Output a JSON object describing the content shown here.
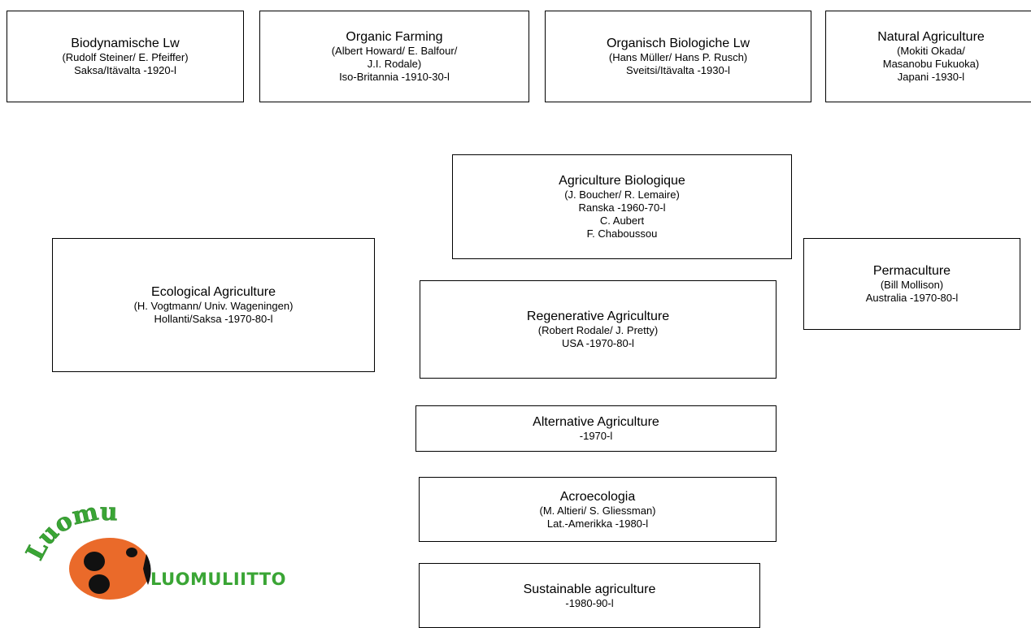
{
  "boxes": [
    {
      "title": "Biodynamische Lw",
      "lines": [
        "(Rudolf Steiner/ E. Pfeiffer)",
        "Saksa/Itävalta -1920-l"
      ]
    },
    {
      "title": "Organic Farming",
      "lines": [
        "(Albert Howard/ E. Balfour/",
        "J.I. Rodale)",
        "Iso-Britannia -1910-30-l"
      ]
    },
    {
      "title": "Organisch Biologiche Lw",
      "lines": [
        "(Hans Müller/ Hans P. Rusch)",
        "Sveitsi/Itävalta -1930-l"
      ]
    },
    {
      "title": "Natural Agriculture",
      "lines": [
        "(Mokiti Okada/",
        "Masanobu Fukuoka)",
        "Japani -1930-l"
      ]
    },
    {
      "title": "Agriculture Biologique",
      "lines": [
        "(J. Boucher/ R. Lemaire)",
        "Ranska -1960-70-l",
        "C. Aubert",
        "F. Chaboussou"
      ]
    },
    {
      "title": "Ecological Agriculture",
      "lines": [
        "(H. Vogtmann/ Univ. Wageningen)",
        "Hollanti/Saksa -1970-80-l"
      ]
    },
    {
      "title": "Permaculture",
      "lines": [
        "(Bill Mollison)",
        "Australia -1970-80-l"
      ]
    },
    {
      "title": "Regenerative Agriculture",
      "lines": [
        "(Robert Rodale/ J. Pretty)",
        "USA -1970-80-l"
      ]
    },
    {
      "title": "Alternative Agriculture",
      "lines": [
        "-1970-l"
      ]
    },
    {
      "title": "Acroecologia",
      "lines": [
        "(M. Altieri/ S. Gliessman)",
        "Lat.-Amerikka -1980-l"
      ]
    },
    {
      "title": "Sustainable agriculture",
      "lines": [
        "-1980-90-l"
      ]
    }
  ],
  "logo": {
    "script_text": "Luomu",
    "name": "LUOMULIITTO",
    "colors": {
      "green": "#3aa535",
      "orange": "#ea6a2a",
      "black": "#111111"
    }
  }
}
